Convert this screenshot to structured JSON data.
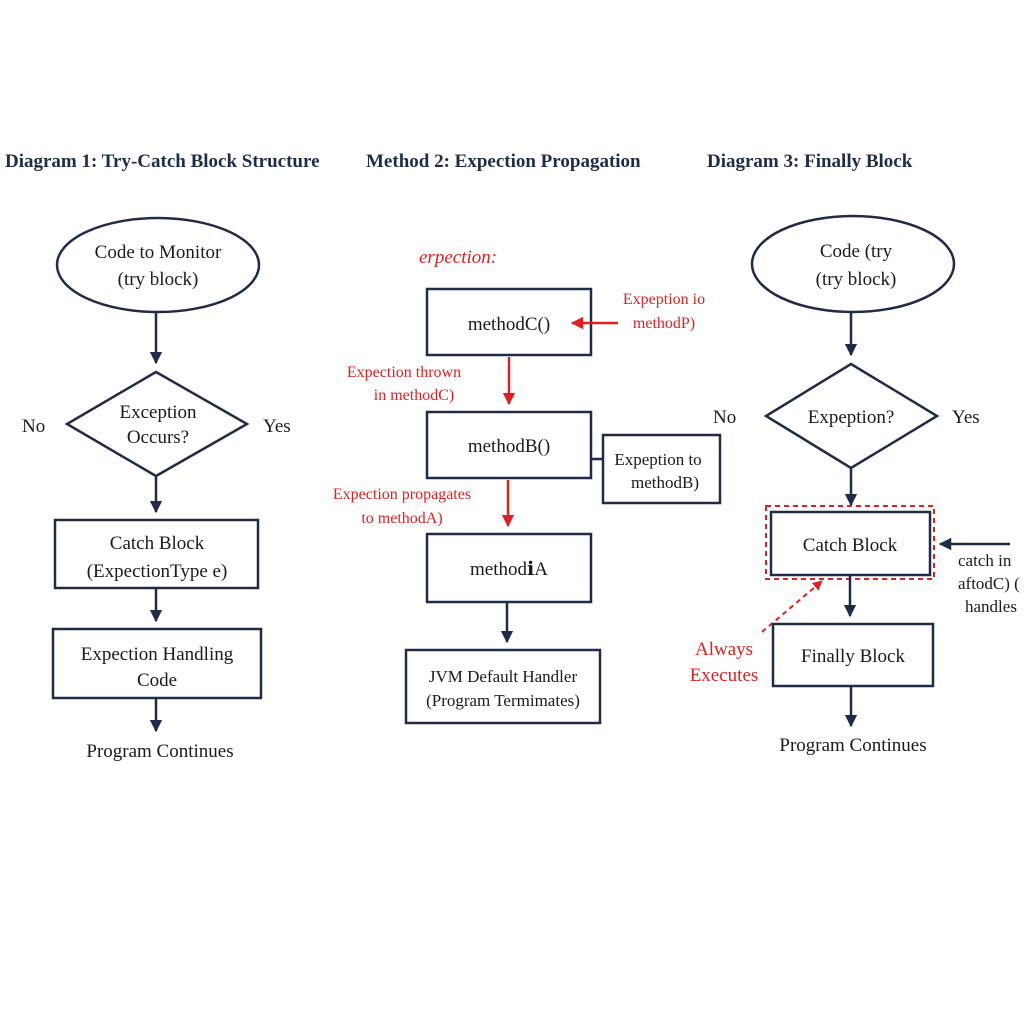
{
  "colors": {
    "navy": "#1f2c49",
    "red": "#e02020",
    "background": "#ffffff"
  },
  "diagram1": {
    "title": "Diagram 1: Try-Catch Block Structure",
    "start": [
      "Code to Monitor",
      "(try block)"
    ],
    "decision": [
      "Exception",
      "Occurs?"
    ],
    "no_label": "No",
    "yes_label": "Yes",
    "catch": [
      "Catch Block",
      "(ExpectionType e)"
    ],
    "handling": [
      "Expection Handling",
      "Code"
    ],
    "end": "Program Continues"
  },
  "diagram2": {
    "title": "Method 2: Expection Propagation",
    "header": "erpection:",
    "method_c": "methodC()",
    "method_b": "methodB()",
    "method_a": "methodℹA",
    "jvm": [
      "JVM Default Handler",
      "(Program Termimates)"
    ],
    "note_c": [
      "Expeption io",
      "methodP)"
    ],
    "note_b": [
      "Expeption to",
      "methodB)"
    ],
    "thrown": [
      "Expection thrown",
      "in methodC)"
    ],
    "propagates": [
      "Expection propagates",
      "to methodA)"
    ]
  },
  "diagram3": {
    "title": "Diagram 3: Finally Block",
    "start": [
      "Code (try",
      "(try block)"
    ],
    "decision": "Expeption?",
    "no_label": "No",
    "yes_label": "Yes",
    "catch": "Catch Block",
    "finally": "Finally Block",
    "end": "Program Continues",
    "always": [
      "Always",
      "Executes"
    ],
    "side_note": [
      "catch in",
      "aftodC) (",
      "handles"
    ]
  }
}
